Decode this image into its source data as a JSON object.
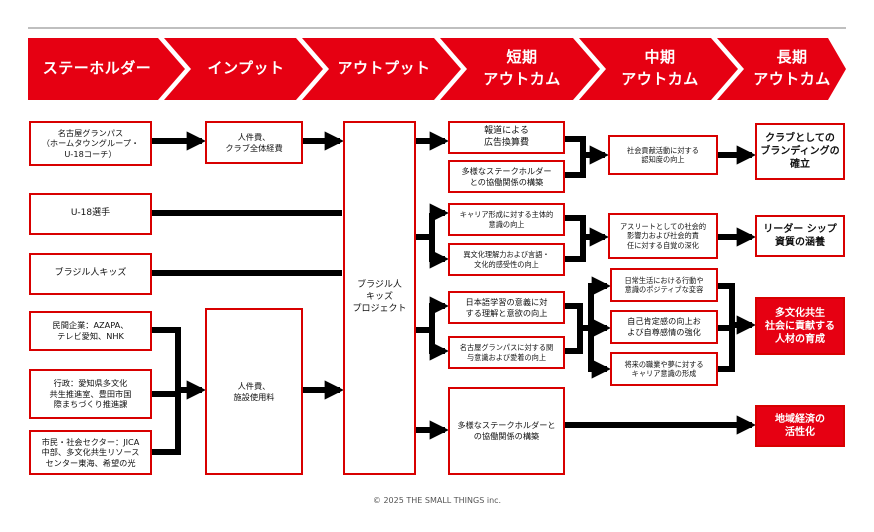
{
  "colors": {
    "accent": "#e60012",
    "border": "#d80000",
    "line": "#000000"
  },
  "headers": [
    {
      "id": "stakeholder",
      "label": "ステーホルダー"
    },
    {
      "id": "input",
      "label": "インプット"
    },
    {
      "id": "output",
      "label": "アウトプット"
    },
    {
      "id": "short",
      "label": "短期\nアウトカム"
    },
    {
      "id": "mid",
      "label": "中期\nアウトカム"
    },
    {
      "id": "long",
      "label": "長期\nアウトカム"
    }
  ],
  "stakeholders": {
    "grampus": "名古屋グランパス\n（ホームタウングループ・\nU-18コーチ）",
    "u18": "U-18選手",
    "kids": "ブラジル人キッズ",
    "private": "民間企業：AZAPA、\nテレビ愛知、NHK",
    "gov": "行政：愛知県多文化\n共生推進室、豊田市国\n際まちづくり推進課",
    "civic": "市民・社会セクター：JICA\n中部、多文化共生リソース\nセンター東海、希望の光"
  },
  "inputs": {
    "input1": "人件費、\nクラブ全体経費",
    "input2": "人件費、\n施設使用料"
  },
  "output": {
    "project": "ブラジル人\nキッズ\nプロジェクト"
  },
  "short_outcomes": {
    "s1": "報道による\n広告換算費",
    "s2": "多様なステークホルダー\nとの協働関係の構築",
    "s3": "キャリア形成に対する主体的\n意識の向上",
    "s4": "異文化理解力および言語・\n文化的感受性の向上",
    "s5": "日本語学習の意義に対\nする理解と意欲の向上",
    "s6": "名古屋グランパスに対する関\n与意識および愛着の向上",
    "s7": "多様なステークホルダーと\nの協働関係の構築"
  },
  "mid_outcomes": {
    "m1": "社会貢献活動に対する\n認知度の向上",
    "m2": "アスリートとしての社会的\n影響力および社会的責\n任に対する自覚の深化",
    "m3": "日常生活における行動や\n意識のポジティブな変容",
    "m4": "自己肯定感の向上お\nよび自尊感情の強化",
    "m5": "将来の職業や夢に対する\nキャリア意識の形成"
  },
  "long_outcomes": {
    "l1": "クラブとしての\nブランディングの\n確立",
    "l2": "リーダー シップ\n資質の涵養",
    "l3": "多文化共生\n社会に貢献する\n人材の育成",
    "l4": "地域経済の\n活性化"
  },
  "footer": {
    "copyright": "© 2025 THE SMALL THINGS inc."
  }
}
